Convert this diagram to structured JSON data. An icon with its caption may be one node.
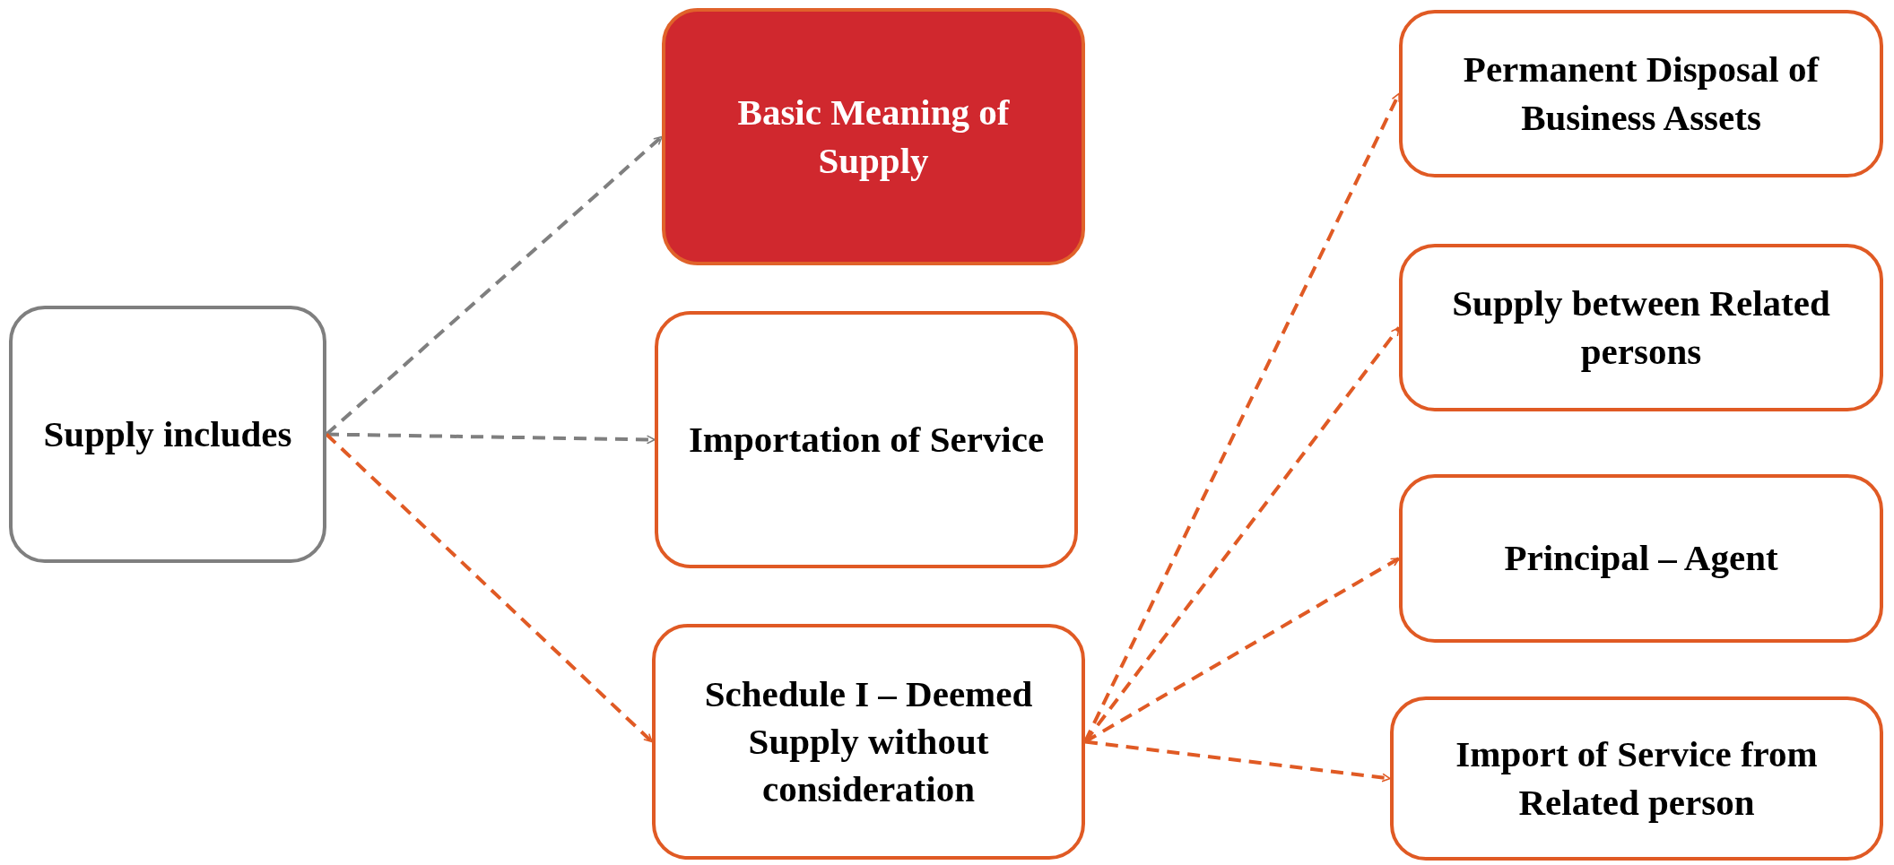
{
  "diagram": {
    "nodes": [
      {
        "text": [
          "Supply includes"
        ]
      },
      {
        "text": [
          "Basic Meaning of Supply"
        ]
      },
      {
        "text": [
          "Importation of Service"
        ]
      },
      {
        "text": [
          "Schedule I – Deemed Supply without consideration"
        ]
      },
      {
        "text": [
          "Permanent Disposal of Business Assets"
        ]
      },
      {
        "text": [
          "Supply between Related persons"
        ]
      },
      {
        "text": [
          "Principal – Agent"
        ]
      },
      {
        "text": [
          "Import of Service from Related person"
        ]
      }
    ],
    "edges": [
      {
        "from": 0,
        "to": 1,
        "arrow": "to",
        "style": "dashed",
        "color": "#7f7f7f"
      },
      {
        "from": 0,
        "to": 2,
        "arrow": "to",
        "style": "dashed",
        "color": "#7f7f7f"
      },
      {
        "from": 0,
        "to": 3,
        "arrow": "to",
        "style": "dashed"
      },
      {
        "from": 3,
        "to": 4,
        "arrow": "to",
        "style": "dashed"
      },
      {
        "from": 3,
        "to": 5,
        "arrow": "to",
        "style": "dashed"
      },
      {
        "from": 3,
        "to": 6,
        "arrow": "to",
        "style": "dashed"
      },
      {
        "from": 3,
        "to": 7,
        "arrow": "to",
        "style": "dashed"
      }
    ]
  }
}
